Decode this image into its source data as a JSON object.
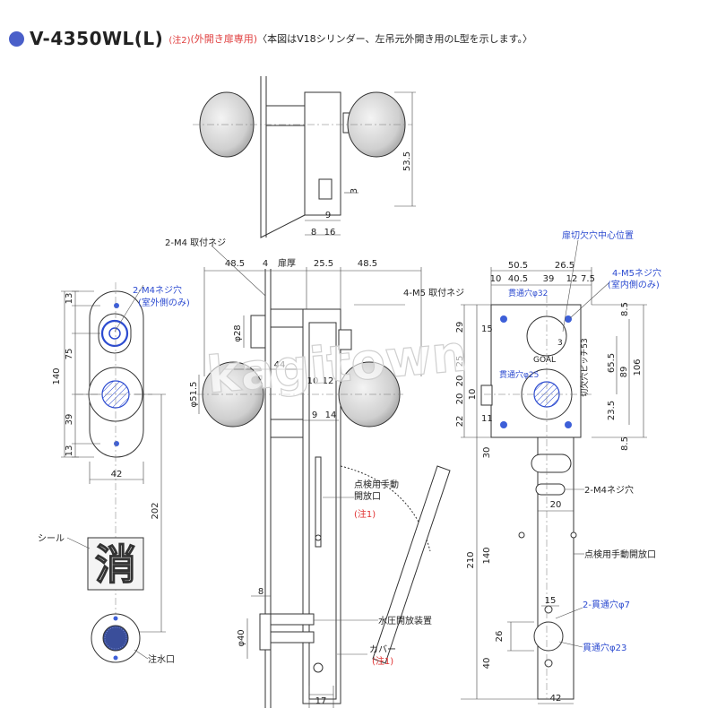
{
  "title": {
    "model": "V-4350WL(L)",
    "note": "(注2)",
    "paren": "(外開き扉専用)",
    "desc": "〈本図はV18シリンダー、左吊元外開き用のL型を示します。〉"
  },
  "watermark": "kagitown",
  "top_view": {
    "dims": [
      "53.5",
      "3",
      "9",
      "8",
      "16"
    ]
  },
  "front_view": {
    "dims": [
      "13",
      "75",
      "140",
      "39",
      "13",
      "42",
      "202"
    ],
    "label_screw": "2-M4ネジ穴",
    "label_screw_side": "(室外側のみ)",
    "label_seal": "シール",
    "label_inlet": "注水口",
    "seal_char": "消"
  },
  "side_view": {
    "dims_top": [
      "48.5",
      "4",
      "扉厚",
      "25.5",
      "48.5"
    ],
    "dims": [
      "φ28",
      "44",
      "φ51.5",
      "10",
      "12",
      "9",
      "14",
      "8",
      "φ40",
      "17"
    ],
    "label_m4": "2-M4 取付ネジ",
    "label_m5": "4-M5 取付ネジ",
    "label_open": "点検用手動",
    "label_open2": "開放口",
    "note1": "(注1)",
    "label_water": "水圧開放装置",
    "label_cover": "カバー",
    "note1b": "(注1)"
  },
  "back_view": {
    "dims_top": [
      "50.5",
      "26.5",
      "10",
      "40.5",
      "39",
      "12",
      "7.5"
    ],
    "dims_left": [
      "29",
      "15",
      "25",
      "20",
      "10",
      "20",
      "22",
      "11",
      "30",
      "140",
      "210",
      "26",
      "40"
    ],
    "dims_right": [
      "8.5",
      "65.5",
      "89",
      "106",
      "23.5",
      "8.5"
    ],
    "dims_bottom": [
      "20",
      "15",
      "42"
    ],
    "label_center": "扉切欠穴中心位置",
    "label_m5": "4-M5ネジ穴",
    "label_m5_side": "(室内側のみ)",
    "label_hole32": "貫通穴φ32",
    "label_hole25": "貫通穴φ25",
    "label_pitch": "切欠穴ピッチ53",
    "label_goal": "GOAL",
    "label_m4": "2-M4ネジ穴",
    "label_open": "点検用手動開放口",
    "label_hole7": "2-貫通穴φ7",
    "label_hole23": "貫通穴φ23",
    "label_3": "3"
  }
}
